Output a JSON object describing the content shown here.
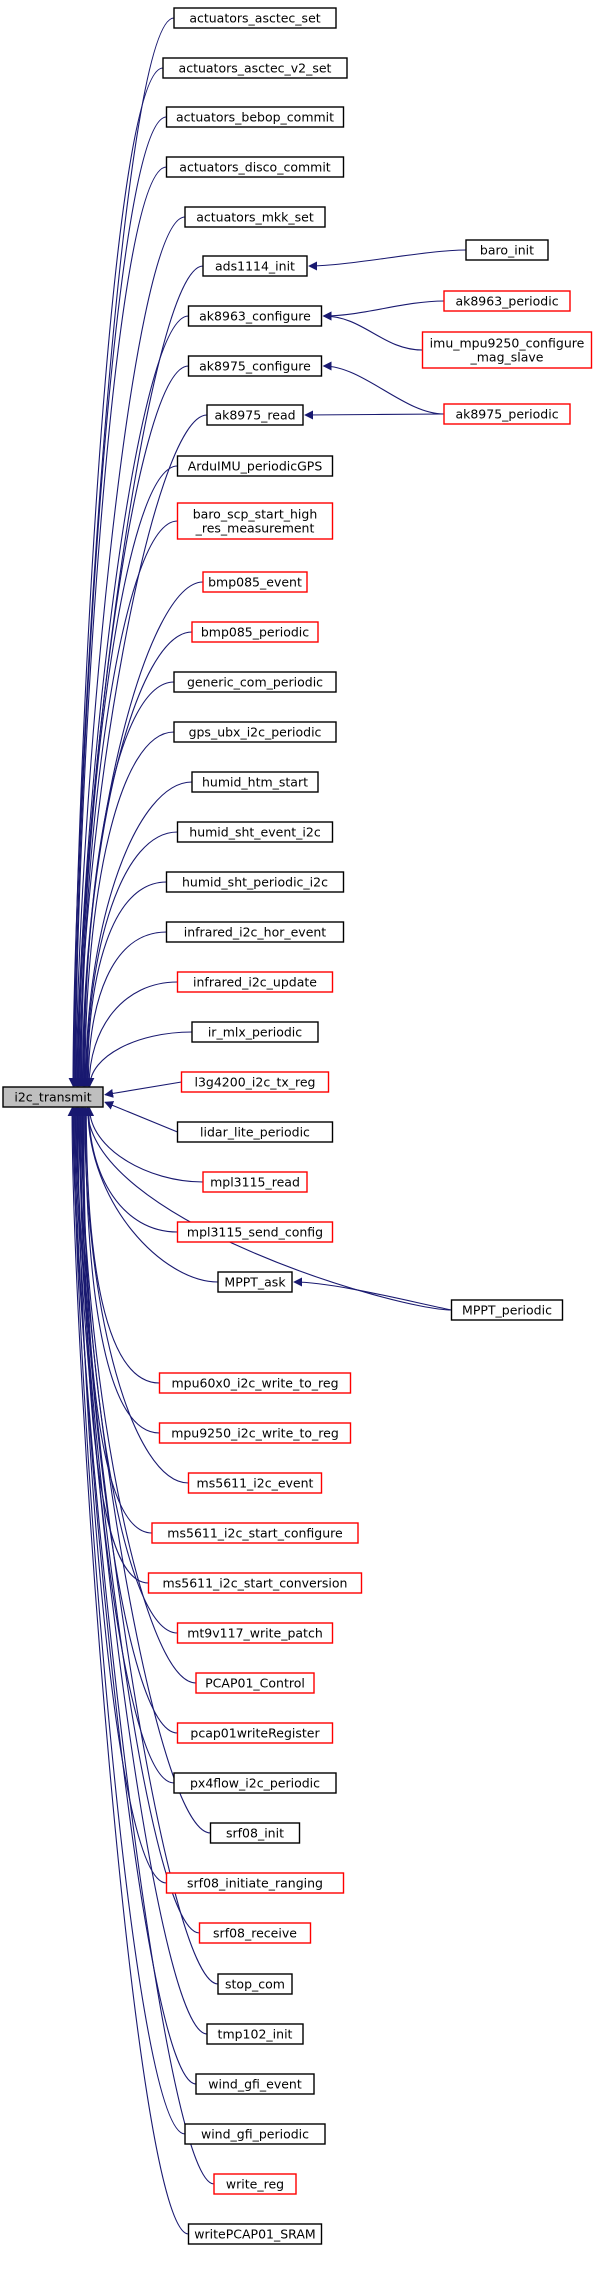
{
  "graph": {
    "root": "i2c_transmit",
    "colors": {
      "edge": "#191970",
      "border_documented": "#000000",
      "border_undocumented": "#ff0000",
      "root_fill": "#bfbfbf",
      "node_fill": "#ffffff"
    },
    "callers": [
      {
        "label": "actuators_asctec_set",
        "status": "documented"
      },
      {
        "label": "actuators_asctec_v2_set",
        "status": "documented"
      },
      {
        "label": "actuators_bebop_commit",
        "status": "documented"
      },
      {
        "label": "actuators_disco_commit",
        "status": "documented"
      },
      {
        "label": "actuators_mkk_set",
        "status": "documented"
      },
      {
        "label": "ads1114_init",
        "status": "documented"
      },
      {
        "label": "ak8963_configure",
        "status": "documented"
      },
      {
        "label": "ak8975_configure",
        "status": "documented"
      },
      {
        "label": "ak8975_read",
        "status": "documented"
      },
      {
        "label": "ArduIMU_periodicGPS",
        "status": "documented"
      },
      {
        "label": "baro_scp_start_high\n_res_measurement",
        "status": "undocumented"
      },
      {
        "label": "bmp085_event",
        "status": "undocumented"
      },
      {
        "label": "bmp085_periodic",
        "status": "undocumented"
      },
      {
        "label": "generic_com_periodic",
        "status": "documented"
      },
      {
        "label": "gps_ubx_i2c_periodic",
        "status": "documented"
      },
      {
        "label": "humid_htm_start",
        "status": "documented"
      },
      {
        "label": "humid_sht_event_i2c",
        "status": "documented"
      },
      {
        "label": "humid_sht_periodic_i2c",
        "status": "documented"
      },
      {
        "label": "infrared_i2c_hor_event",
        "status": "documented"
      },
      {
        "label": "infrared_i2c_update",
        "status": "undocumented"
      },
      {
        "label": "ir_mlx_periodic",
        "status": "documented"
      },
      {
        "label": "l3g4200_i2c_tx_reg",
        "status": "undocumented"
      },
      {
        "label": "lidar_lite_periodic",
        "status": "documented"
      },
      {
        "label": "mpl3115_read",
        "status": "undocumented"
      },
      {
        "label": "mpl3115_send_config",
        "status": "undocumented"
      },
      {
        "label": "MPPT_ask",
        "status": "documented"
      },
      {
        "label": "MPPT_periodic",
        "status": "documented"
      },
      {
        "label": "mpu60x0_i2c_write_to_reg",
        "status": "undocumented"
      },
      {
        "label": "mpu9250_i2c_write_to_reg",
        "status": "undocumented"
      },
      {
        "label": "ms5611_i2c_event",
        "status": "undocumented"
      },
      {
        "label": "ms5611_i2c_start_configure",
        "status": "undocumented"
      },
      {
        "label": "ms5611_i2c_start_conversion",
        "status": "undocumented"
      },
      {
        "label": "mt9v117_write_patch",
        "status": "undocumented"
      },
      {
        "label": "PCAP01_Control",
        "status": "undocumented"
      },
      {
        "label": "pcap01writeRegister",
        "status": "undocumented"
      },
      {
        "label": "px4flow_i2c_periodic",
        "status": "documented"
      },
      {
        "label": "srf08_init",
        "status": "documented"
      },
      {
        "label": "srf08_initiate_ranging",
        "status": "undocumented"
      },
      {
        "label": "srf08_receive",
        "status": "undocumented"
      },
      {
        "label": "stop_com",
        "status": "documented"
      },
      {
        "label": "tmp102_init",
        "status": "documented"
      },
      {
        "label": "wind_gfi_event",
        "status": "documented"
      },
      {
        "label": "wind_gfi_periodic",
        "status": "documented"
      },
      {
        "label": "write_reg",
        "status": "undocumented"
      },
      {
        "label": "writePCAP01_SRAM",
        "status": "documented"
      }
    ],
    "second_level": [
      {
        "label": "baro_init",
        "status": "documented"
      },
      {
        "label": "ak8963_periodic",
        "status": "undocumented"
      },
      {
        "label": "imu_mpu9250_configure\n_mag_slave",
        "status": "undocumented"
      },
      {
        "label": "ak8975_periodic",
        "status": "undocumented"
      }
    ],
    "edges": [
      [
        "actuators_asctec_set",
        "i2c_transmit"
      ],
      [
        "actuators_asctec_v2_set",
        "i2c_transmit"
      ],
      [
        "actuators_bebop_commit",
        "i2c_transmit"
      ],
      [
        "actuators_disco_commit",
        "i2c_transmit"
      ],
      [
        "actuators_mkk_set",
        "i2c_transmit"
      ],
      [
        "ads1114_init",
        "i2c_transmit"
      ],
      [
        "ak8963_configure",
        "i2c_transmit"
      ],
      [
        "ak8975_configure",
        "i2c_transmit"
      ],
      [
        "ak8975_read",
        "i2c_transmit"
      ],
      [
        "ArduIMU_periodicGPS",
        "i2c_transmit"
      ],
      [
        "baro_scp_start_high\n_res_measurement",
        "i2c_transmit"
      ],
      [
        "bmp085_event",
        "i2c_transmit"
      ],
      [
        "bmp085_periodic",
        "i2c_transmit"
      ],
      [
        "generic_com_periodic",
        "i2c_transmit"
      ],
      [
        "gps_ubx_i2c_periodic",
        "i2c_transmit"
      ],
      [
        "humid_htm_start",
        "i2c_transmit"
      ],
      [
        "humid_sht_event_i2c",
        "i2c_transmit"
      ],
      [
        "humid_sht_periodic_i2c",
        "i2c_transmit"
      ],
      [
        "infrared_i2c_hor_event",
        "i2c_transmit"
      ],
      [
        "infrared_i2c_update",
        "i2c_transmit"
      ],
      [
        "ir_mlx_periodic",
        "i2c_transmit"
      ],
      [
        "l3g4200_i2c_tx_reg",
        "i2c_transmit"
      ],
      [
        "lidar_lite_periodic",
        "i2c_transmit"
      ],
      [
        "mpl3115_read",
        "i2c_transmit"
      ],
      [
        "mpl3115_send_config",
        "i2c_transmit"
      ],
      [
        "MPPT_ask",
        "i2c_transmit"
      ],
      [
        "MPPT_periodic",
        "i2c_transmit"
      ],
      [
        "mpu60x0_i2c_write_to_reg",
        "i2c_transmit"
      ],
      [
        "mpu9250_i2c_write_to_reg",
        "i2c_transmit"
      ],
      [
        "ms5611_i2c_event",
        "i2c_transmit"
      ],
      [
        "ms5611_i2c_start_configure",
        "i2c_transmit"
      ],
      [
        "ms5611_i2c_start_conversion",
        "i2c_transmit"
      ],
      [
        "mt9v117_write_patch",
        "i2c_transmit"
      ],
      [
        "PCAP01_Control",
        "i2c_transmit"
      ],
      [
        "pcap01writeRegister",
        "i2c_transmit"
      ],
      [
        "px4flow_i2c_periodic",
        "i2c_transmit"
      ],
      [
        "srf08_init",
        "i2c_transmit"
      ],
      [
        "srf08_initiate_ranging",
        "i2c_transmit"
      ],
      [
        "srf08_receive",
        "i2c_transmit"
      ],
      [
        "stop_com",
        "i2c_transmit"
      ],
      [
        "tmp102_init",
        "i2c_transmit"
      ],
      [
        "wind_gfi_event",
        "i2c_transmit"
      ],
      [
        "wind_gfi_periodic",
        "i2c_transmit"
      ],
      [
        "write_reg",
        "i2c_transmit"
      ],
      [
        "writePCAP01_SRAM",
        "i2c_transmit"
      ],
      [
        "baro_init",
        "ads1114_init"
      ],
      [
        "ak8963_periodic",
        "ak8963_configure"
      ],
      [
        "imu_mpu9250_configure\n_mag_slave",
        "ak8963_configure"
      ],
      [
        "ak8975_periodic",
        "ak8975_configure"
      ],
      [
        "ak8975_periodic",
        "ak8975_read"
      ],
      [
        "MPPT_periodic",
        "MPPT_ask"
      ]
    ]
  }
}
